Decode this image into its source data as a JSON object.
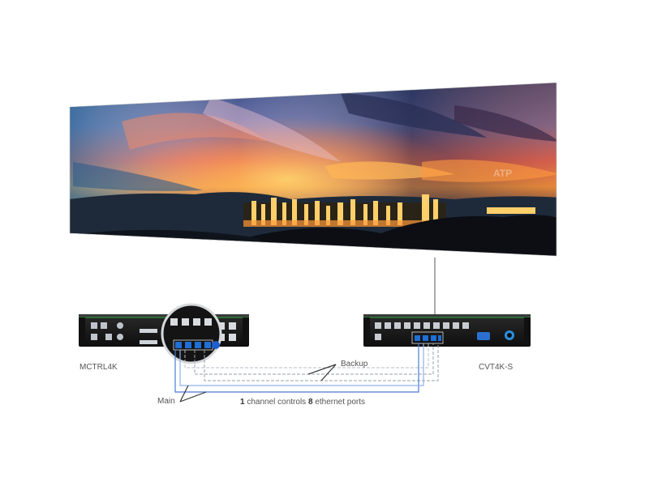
{
  "labels": {
    "left_device": "MCTRL4K",
    "right_device": "CVT4K-S",
    "backup": "Backup",
    "main": "Main",
    "caption_num1": "1",
    "caption_text1": " channel controls ",
    "caption_num2": "8",
    "caption_text2": " ethernet ports"
  },
  "watermark": "ATP",
  "colors": {
    "main_line": "#4a7bd6",
    "main_line_light": "#8fb0e8",
    "backup_line": "#9aa0a8",
    "device_body": "#1a1a1a",
    "port_blue": "#1e6fd6"
  }
}
